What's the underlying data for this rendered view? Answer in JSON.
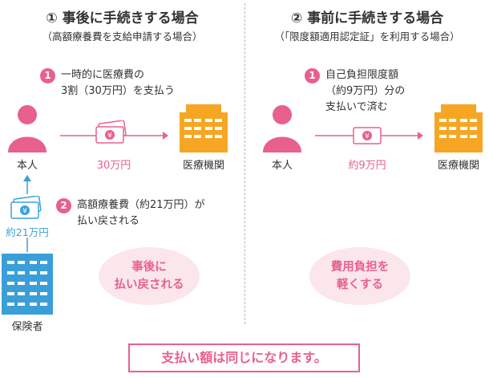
{
  "left": {
    "title": "① 事後に手続きする場合",
    "subtitle": "（高額療養費を支給申請する場合）",
    "step1_lines": [
      "一時的に医療費の",
      "3割（30万円）を支払う"
    ],
    "step2_lines": [
      "高額療養費（約21万円）が",
      "払い戻される"
    ],
    "person_label": "本人",
    "hospital_label": "医療機関",
    "insurer_label": "保険者",
    "amount_payment": "30万円",
    "amount_refund": "約21万円",
    "bubble_lines": [
      "事後に",
      "払い戻される"
    ]
  },
  "right": {
    "title": "② 事前に手続きする場合",
    "subtitle": "（「限度額適用認定証」を利用する場合）",
    "step1_lines": [
      "自己負担限度額",
      "（約9万円）分の",
      "支払いで済む"
    ],
    "person_label": "本人",
    "hospital_label": "医療機関",
    "amount_payment": "約9万円",
    "bubble_lines": [
      "費用負担を",
      "軽くする"
    ]
  },
  "step_numbers": [
    "1",
    "2"
  ],
  "currency_symbol": "¥",
  "footer": "支払い額は同じになります。",
  "colors": {
    "pink": "#e8608d",
    "pink_light": "#fbe6ec",
    "blue": "#3a9fd9",
    "orange": "#f6a623"
  }
}
